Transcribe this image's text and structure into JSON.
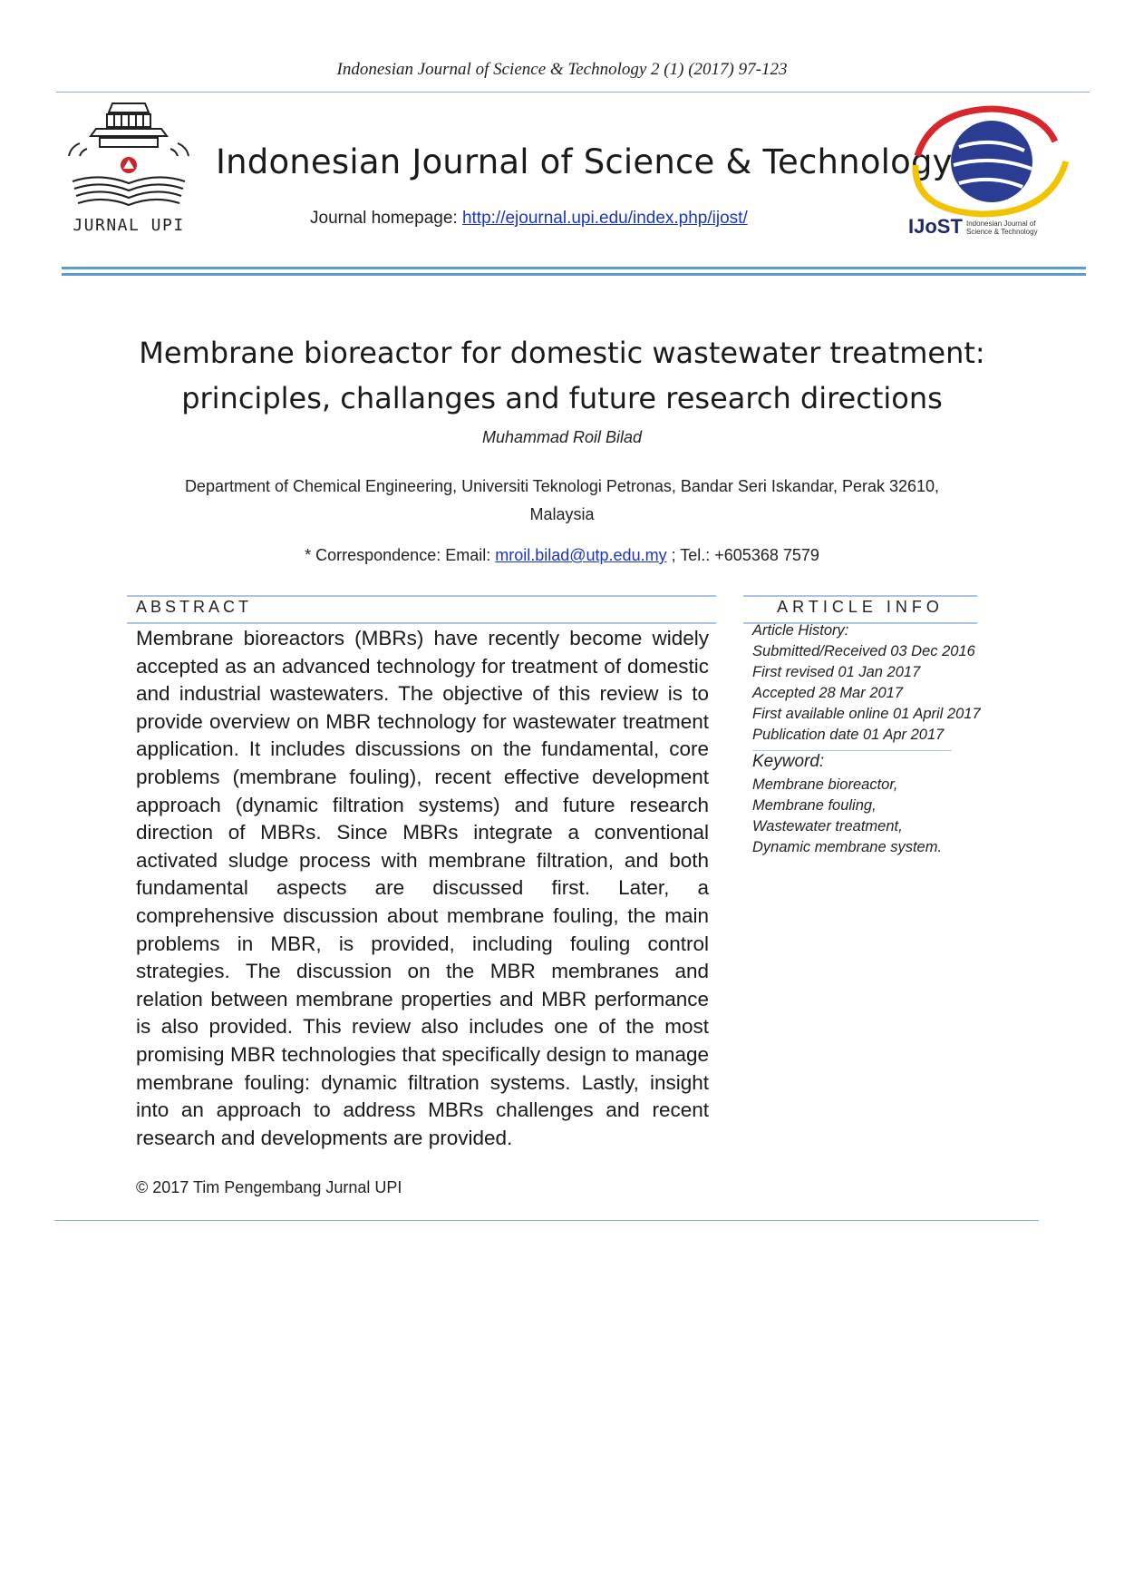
{
  "running_head": "Indonesian Journal of Science & Technology 2 (1) (2017) 97-123",
  "header": {
    "left_logo_text": "JURNAL UPI",
    "journal_title": "Indonesian Journal of Science & Technology",
    "homepage_label": "Journal homepage: ",
    "homepage_url": "http://ejournal.upi.edu/index.php/ijost/",
    "right_logo_text": "IJoST",
    "right_logo_subtext_1": "Indonesian Journal of",
    "right_logo_subtext_2": "Science & Technology"
  },
  "paper": {
    "title_line_1": "Membrane bioreactor for domestic wastewater treatment:",
    "title_line_2": "principles, challanges and future research directions",
    "author": "Muhammad Roil Bilad",
    "affiliation_line_1": "Department of Chemical Engineering, Universiti Teknologi Petronas, Bandar Seri Iskandar, Perak 32610,",
    "affiliation_line_2": "Malaysia",
    "correspondence_prefix": "* Correspondence: Email: ",
    "correspondence_email": "mroil.bilad@utp.edu.my",
    "correspondence_suffix": " ; Tel.: +605368 7579"
  },
  "abstract": {
    "heading": "ABSTRACT",
    "text": "Membrane bioreactors (MBRs) have recently become widely accepted as an advanced technology for treatment of domestic and industrial wastewaters. The objective of this review is to provide overview on MBR technology for wastewater treatment application. It includes discussions on the fundamental, core problems (membrane fouling), recent effective development approach (dynamic filtration systems) and future research direction of MBRs. Since MBRs integrate a conventional activated sludge process with membrane filtration, and both fundamental aspects are discussed first. Later, a comprehensive discussion about membrane fouling, the main problems in MBR, is provided, including fouling control strategies. The discussion on the MBR membranes and relation between membrane properties and MBR performance is also provided. This review also includes one of the most promising MBR technologies that specifically design to manage membrane fouling: dynamic filtration systems. Lastly, insight into an approach to address MBRs challenges and recent research and developments are provided.",
    "copyright": "© 2017 Tim Pengembang Jurnal UPI"
  },
  "article_info": {
    "heading": "ARTICLE INFO",
    "history_title": "Article History:",
    "history": [
      "Submitted/Received 03 Dec 2016",
      "First revised 01 Jan 2017",
      "Accepted 28 Mar 2017",
      "First available online 01 April 2017",
      "Publication date 01 Apr 2017"
    ],
    "keyword_title": "Keyword:",
    "keywords": [
      "Membrane bioreactor,",
      "Membrane fouling,",
      "Wastewater treatment,",
      "Dynamic membrane system."
    ]
  }
}
